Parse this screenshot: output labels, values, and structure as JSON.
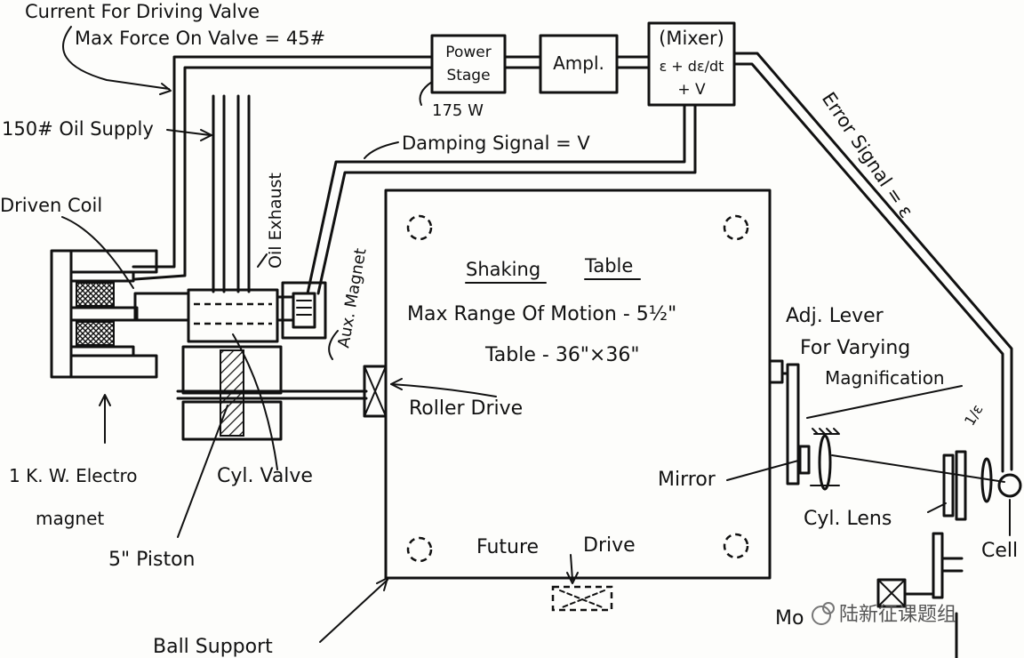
{
  "labels": {
    "current_driving_valve": "Current For Driving Valve",
    "max_force_valve": "Max Force On Valve = 45#",
    "oil_supply": "150# Oil Supply",
    "oil_exhaust": "Oil Exhaust",
    "driven_coil": "Driven Coil",
    "electromagnet_line1": "1 K. W. Electro",
    "electromagnet_line2": "magnet",
    "cyl_valve": "Cyl. Valve",
    "piston": "5\" Piston",
    "ball_support": "Ball Support",
    "power_stage_line1": "Power",
    "power_stage_line2": "Stage",
    "power_rating": "175 W",
    "ampl": "Ampl.",
    "mixer_title": "(Mixer)",
    "mixer_formula": "ε + dε/dt",
    "mixer_v": "+ V",
    "damping_signal": "Damping Signal = V",
    "error_signal": "Error Signal = ε",
    "aux_magnet": "Aux. Magnet",
    "shaking_table": "Shaking",
    "table_word": "Table",
    "max_range": "Max Range Of Motion - 5½\"",
    "table_size": "Table - 36\"×36\"",
    "roller_drive": "Roller Drive",
    "future_drive_1": "Future",
    "future_drive_2": "Drive",
    "adj_lever_1": "Adj. Lever",
    "adj_lever_2": "For Varying",
    "adj_lever_3": "Magnification",
    "mirror": "Mirror",
    "cyl_lens": "Cyl. Lens",
    "cell": "Cell",
    "one_by_e": "1/ε",
    "motor": "Mo",
    "watermark": "陆新征课题组"
  },
  "colors": {
    "ink": "#111111",
    "paper": "#fdfdfb"
  }
}
